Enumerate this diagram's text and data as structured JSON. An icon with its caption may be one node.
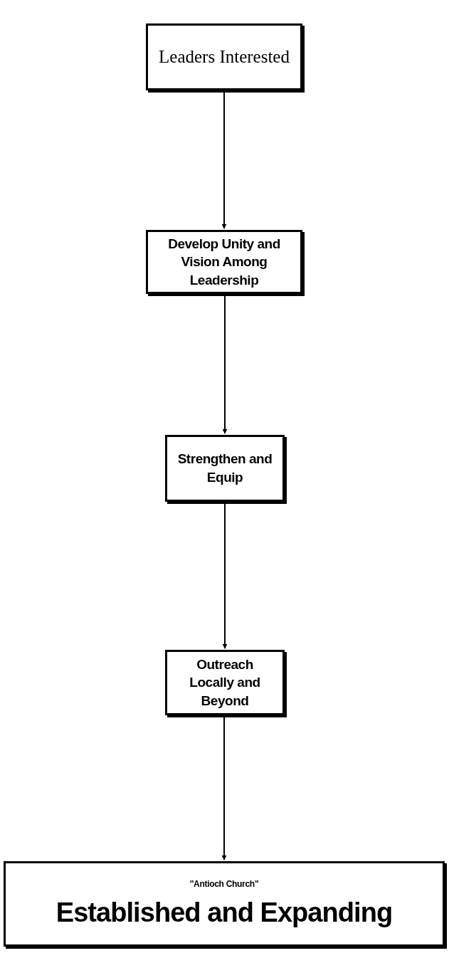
{
  "diagram": {
    "nodes": [
      {
        "text": [
          "Leaders Interested"
        ]
      },
      {
        "text": [
          "Develop Unity and Vision Among Leadership"
        ]
      },
      {
        "text": [
          "Strengthen and Equip"
        ]
      },
      {
        "text": [
          "Outreach Locally and Beyond"
        ]
      },
      {
        "text": [
          "\"Antioch Church\"",
          "Established and Expanding"
        ]
      }
    ],
    "edges": [
      {
        "from": 0,
        "to": 1,
        "arrow": "to"
      },
      {
        "from": 1,
        "to": 2,
        "arrow": "to"
      },
      {
        "from": 2,
        "to": 3,
        "arrow": "to"
      },
      {
        "from": 3,
        "to": 4,
        "arrow": "to"
      }
    ]
  }
}
